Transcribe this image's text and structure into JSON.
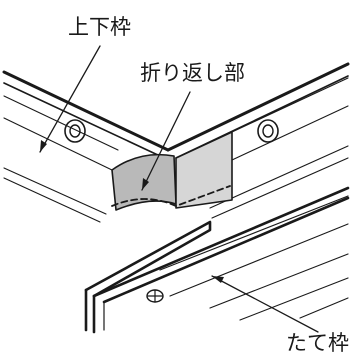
{
  "labels": {
    "top_bottom_frame": "上下枠",
    "fold_back_part": "折り返し部",
    "vertical_frame": "たて枠"
  }
}
